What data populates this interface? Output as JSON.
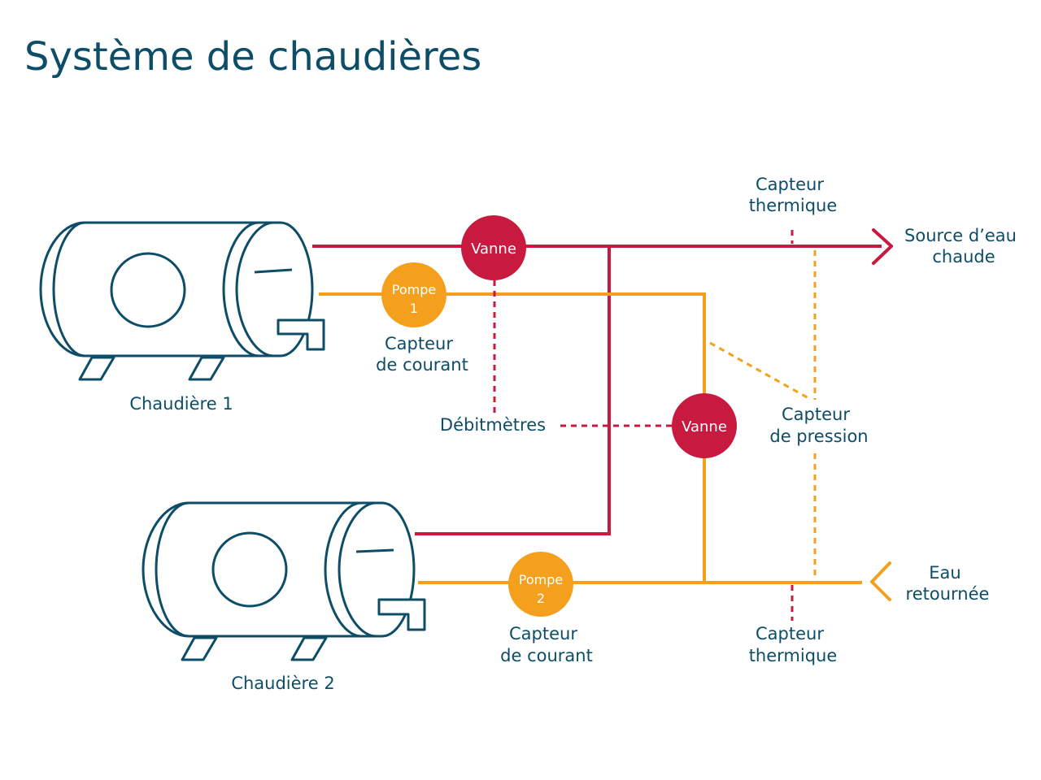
{
  "title": "Système de chaudières",
  "colors": {
    "text": "#0d4d68",
    "hot_line": "#c8193f",
    "return_line": "#f5a01d",
    "valve_fill": "#c8193f",
    "pump_fill": "#f5a01d",
    "boiler_outline": "#0d4d68"
  },
  "boilers": [
    {
      "label": "Chaudière 1"
    },
    {
      "label": "Chaudière 2"
    }
  ],
  "valves": [
    {
      "label": "Vanne"
    },
    {
      "label": "Vanne"
    }
  ],
  "pumps": [
    {
      "label_line1": "Pompe",
      "label_line2": "1"
    },
    {
      "label_line1": "Pompe",
      "label_line2": "2"
    }
  ],
  "sensors": {
    "current_1": {
      "line1": "Capteur",
      "line2": "de courant"
    },
    "current_2": {
      "line1": "Capteur",
      "line2": "de courant"
    },
    "thermal_top": {
      "line1": "Capteur",
      "line2": "thermique"
    },
    "thermal_bottom": {
      "line1": "Capteur",
      "line2": "thermique"
    },
    "pressure": {
      "line1": "Capteur",
      "line2": "de pression"
    },
    "flowmeters": {
      "label": "Débitmètres"
    }
  },
  "endpoints": {
    "hot_out": {
      "line1": "Source d’eau",
      "line2": "chaude",
      "icon": "arrow-right-icon"
    },
    "return_in": {
      "line1": "Eau",
      "line2": "retournée",
      "icon": "arrow-left-icon"
    }
  }
}
